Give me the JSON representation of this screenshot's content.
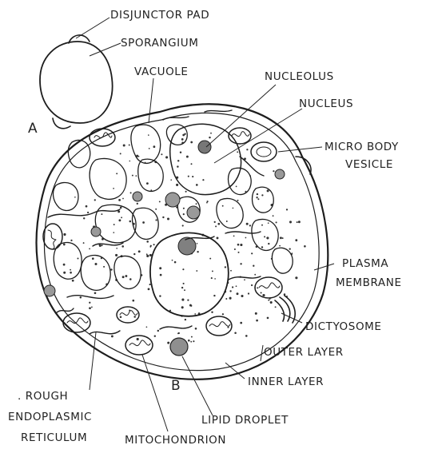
{
  "labels": {
    "disjunctor_pad": "DISJUNCTOR PAD",
    "sporangium": "SPORANGIUM",
    "vacuole": "VACUOLE",
    "nucleolus": "NUCLEOLUS",
    "nucleus": "NUCLEUS",
    "micro_body_vesicle": [
      "MICRO BODY",
      "VESICLE"
    ],
    "plasma_membrane": [
      "PLASMA",
      "MEMBRANE"
    ],
    "dictyosome": "DICTYOSOME",
    "outer_layer": "OUTER LAYER",
    "inner_layer": "INNER LAYER",
    "rough_er": [
      ". ROUGH",
      "ENDOPLASMIC",
      "RETICULUM"
    ],
    "lipid_droplet": "LIPID  DROPLET",
    "mitochondrion": "MITOCHONDRION"
  },
  "part_labels": {
    "a": "A",
    "b": "B"
  }
}
